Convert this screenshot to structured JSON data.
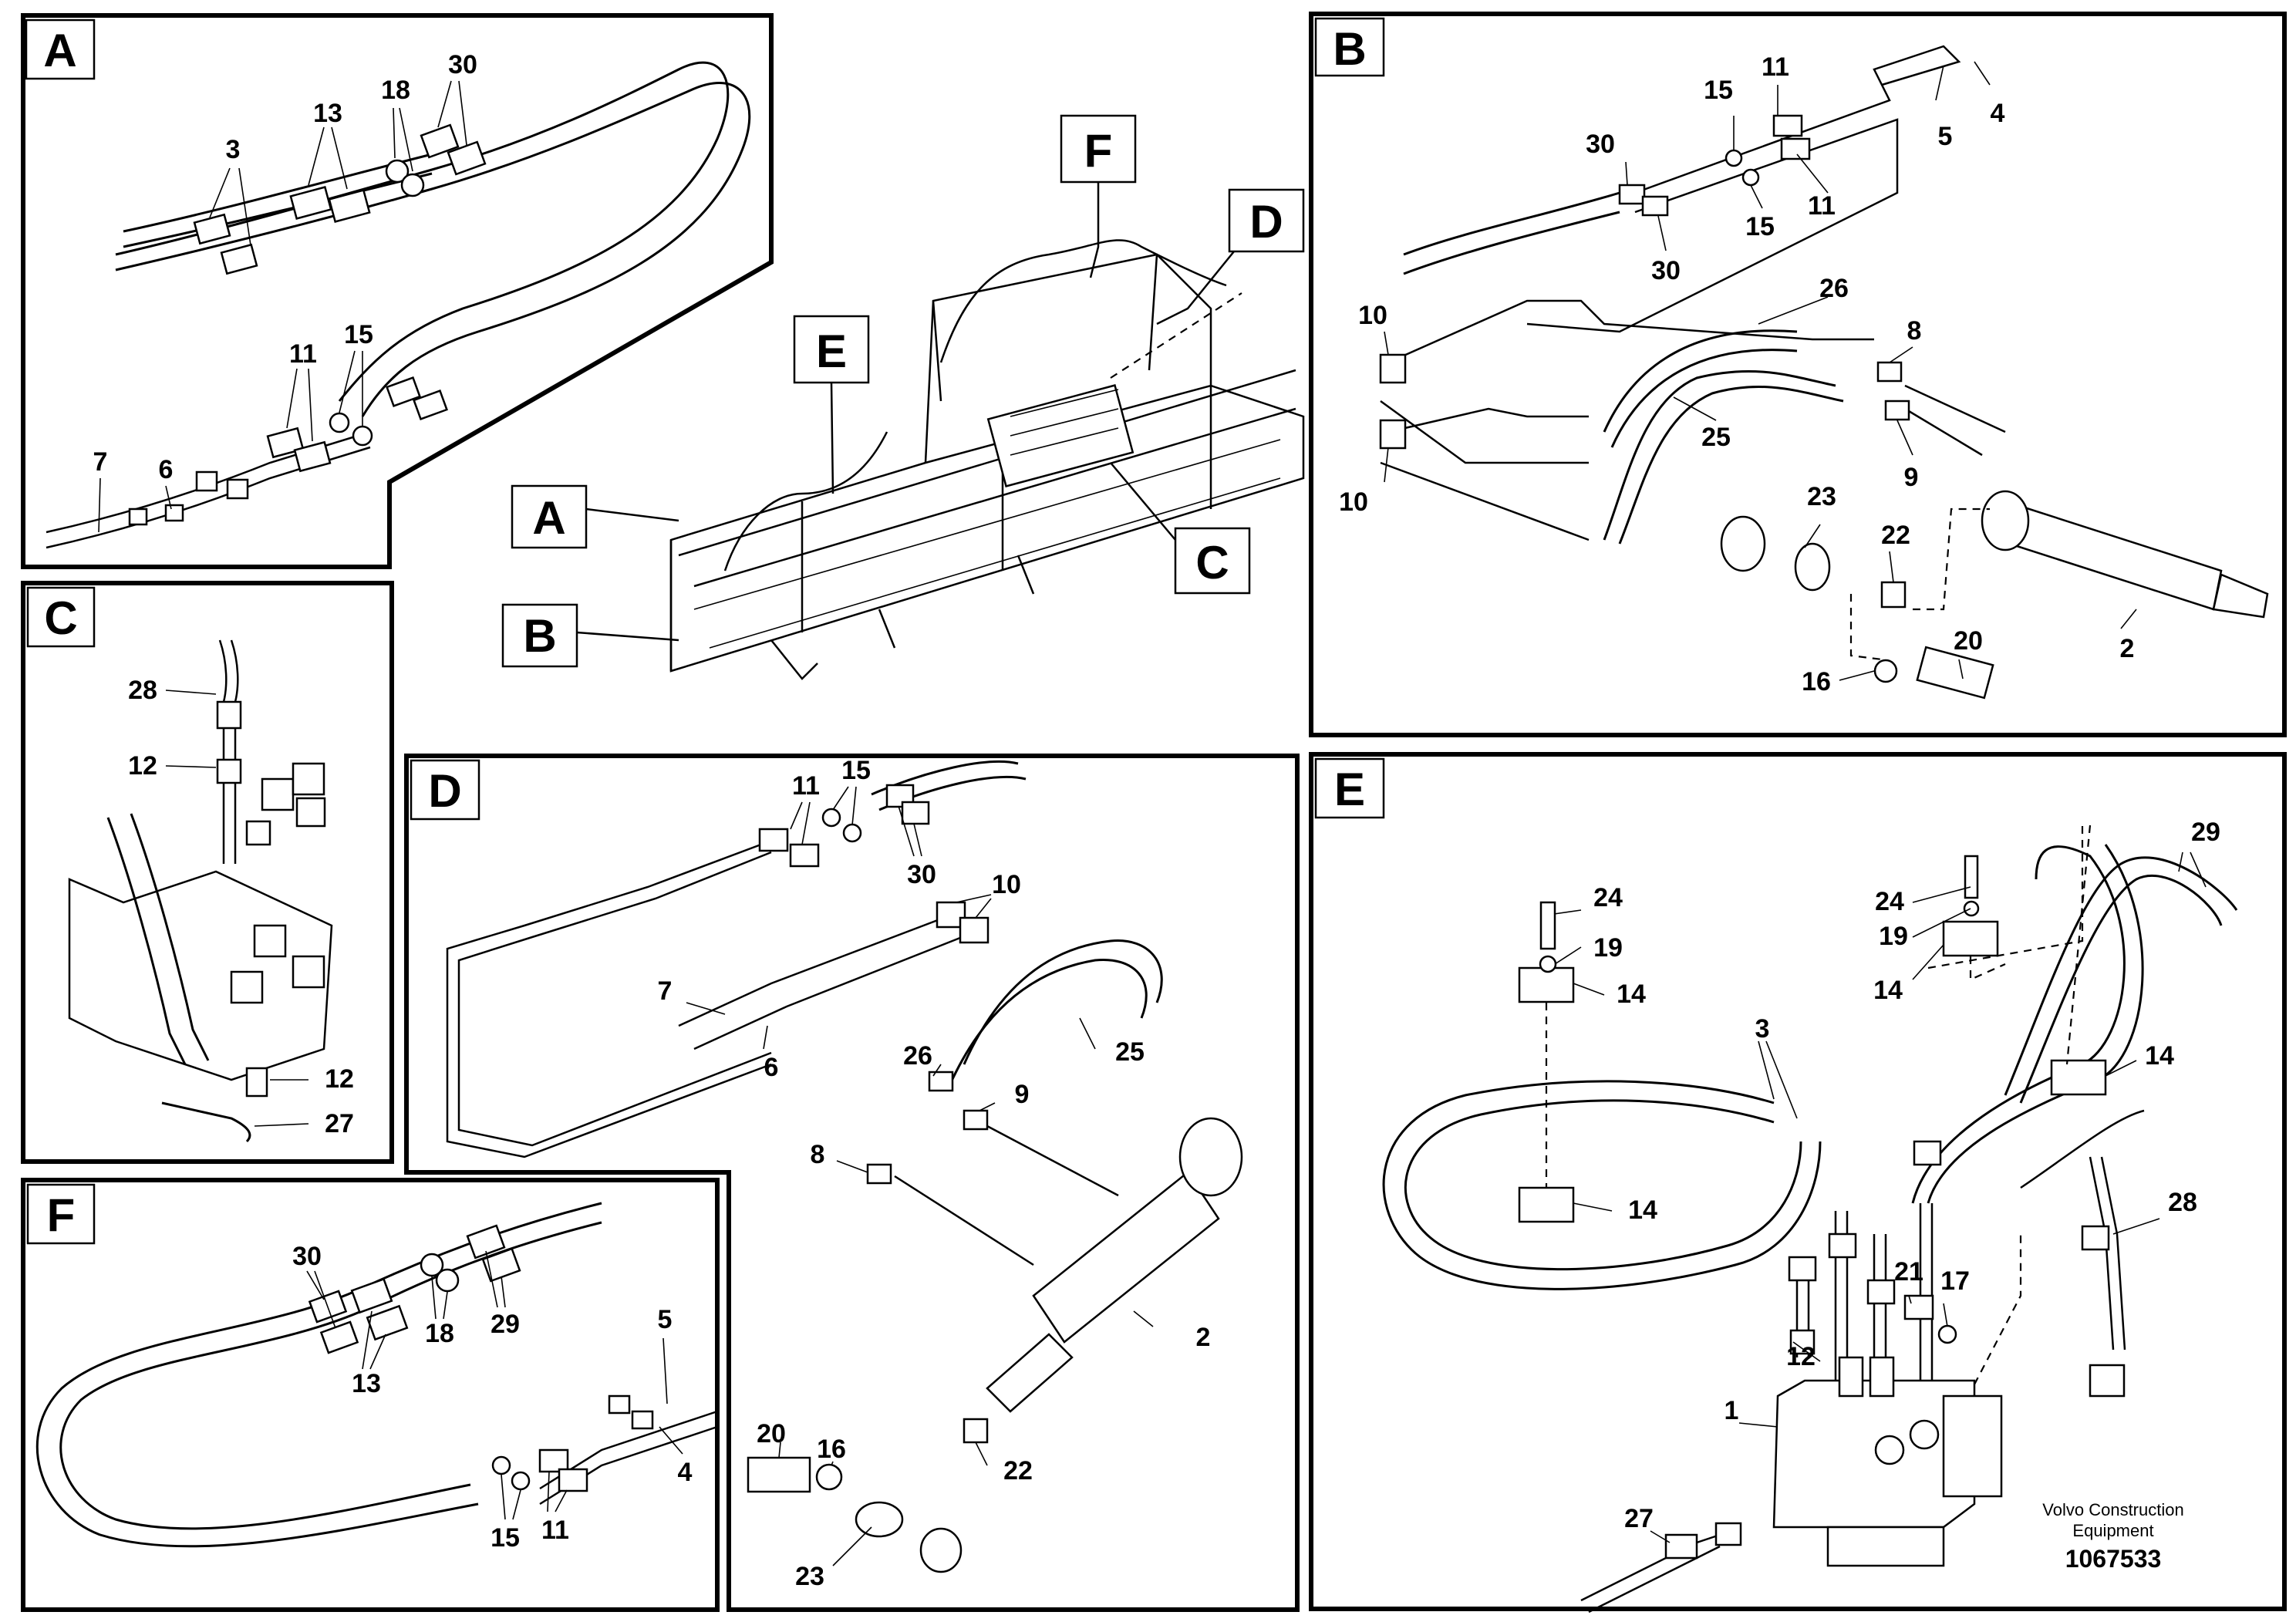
{
  "panels": {
    "A": {
      "letter": "A",
      "callouts": [
        "3",
        "13",
        "18",
        "30",
        "11",
        "15",
        "7",
        "6"
      ]
    },
    "B": {
      "letter": "B",
      "callouts": [
        "15",
        "11",
        "5",
        "4",
        "30",
        "15",
        "11",
        "30",
        "10",
        "26",
        "8",
        "25",
        "9",
        "10",
        "23",
        "22",
        "2",
        "20",
        "16"
      ]
    },
    "C": {
      "letter": "C",
      "callouts": [
        "28",
        "12",
        "12",
        "27"
      ]
    },
    "D": {
      "letter": "D",
      "callouts": [
        "11",
        "15",
        "30",
        "10",
        "7",
        "6",
        "25",
        "26",
        "9",
        "8",
        "2",
        "20",
        "16",
        "22",
        "23"
      ]
    },
    "E": {
      "letter": "E",
      "callouts": [
        "29",
        "24",
        "19",
        "14",
        "24",
        "19",
        "14",
        "3",
        "14",
        "14",
        "28",
        "21",
        "17",
        "12",
        "1",
        "27"
      ]
    },
    "F": {
      "letter": "F",
      "callouts": [
        "30",
        "29",
        "13",
        "18",
        "5",
        "4",
        "15",
        "11"
      ]
    }
  },
  "overview": {
    "letters": [
      "F",
      "D",
      "E",
      "A",
      "C",
      "B"
    ]
  },
  "footer": {
    "line1": "Volvo Construction",
    "line2": "Equipment",
    "number": "1067533"
  }
}
